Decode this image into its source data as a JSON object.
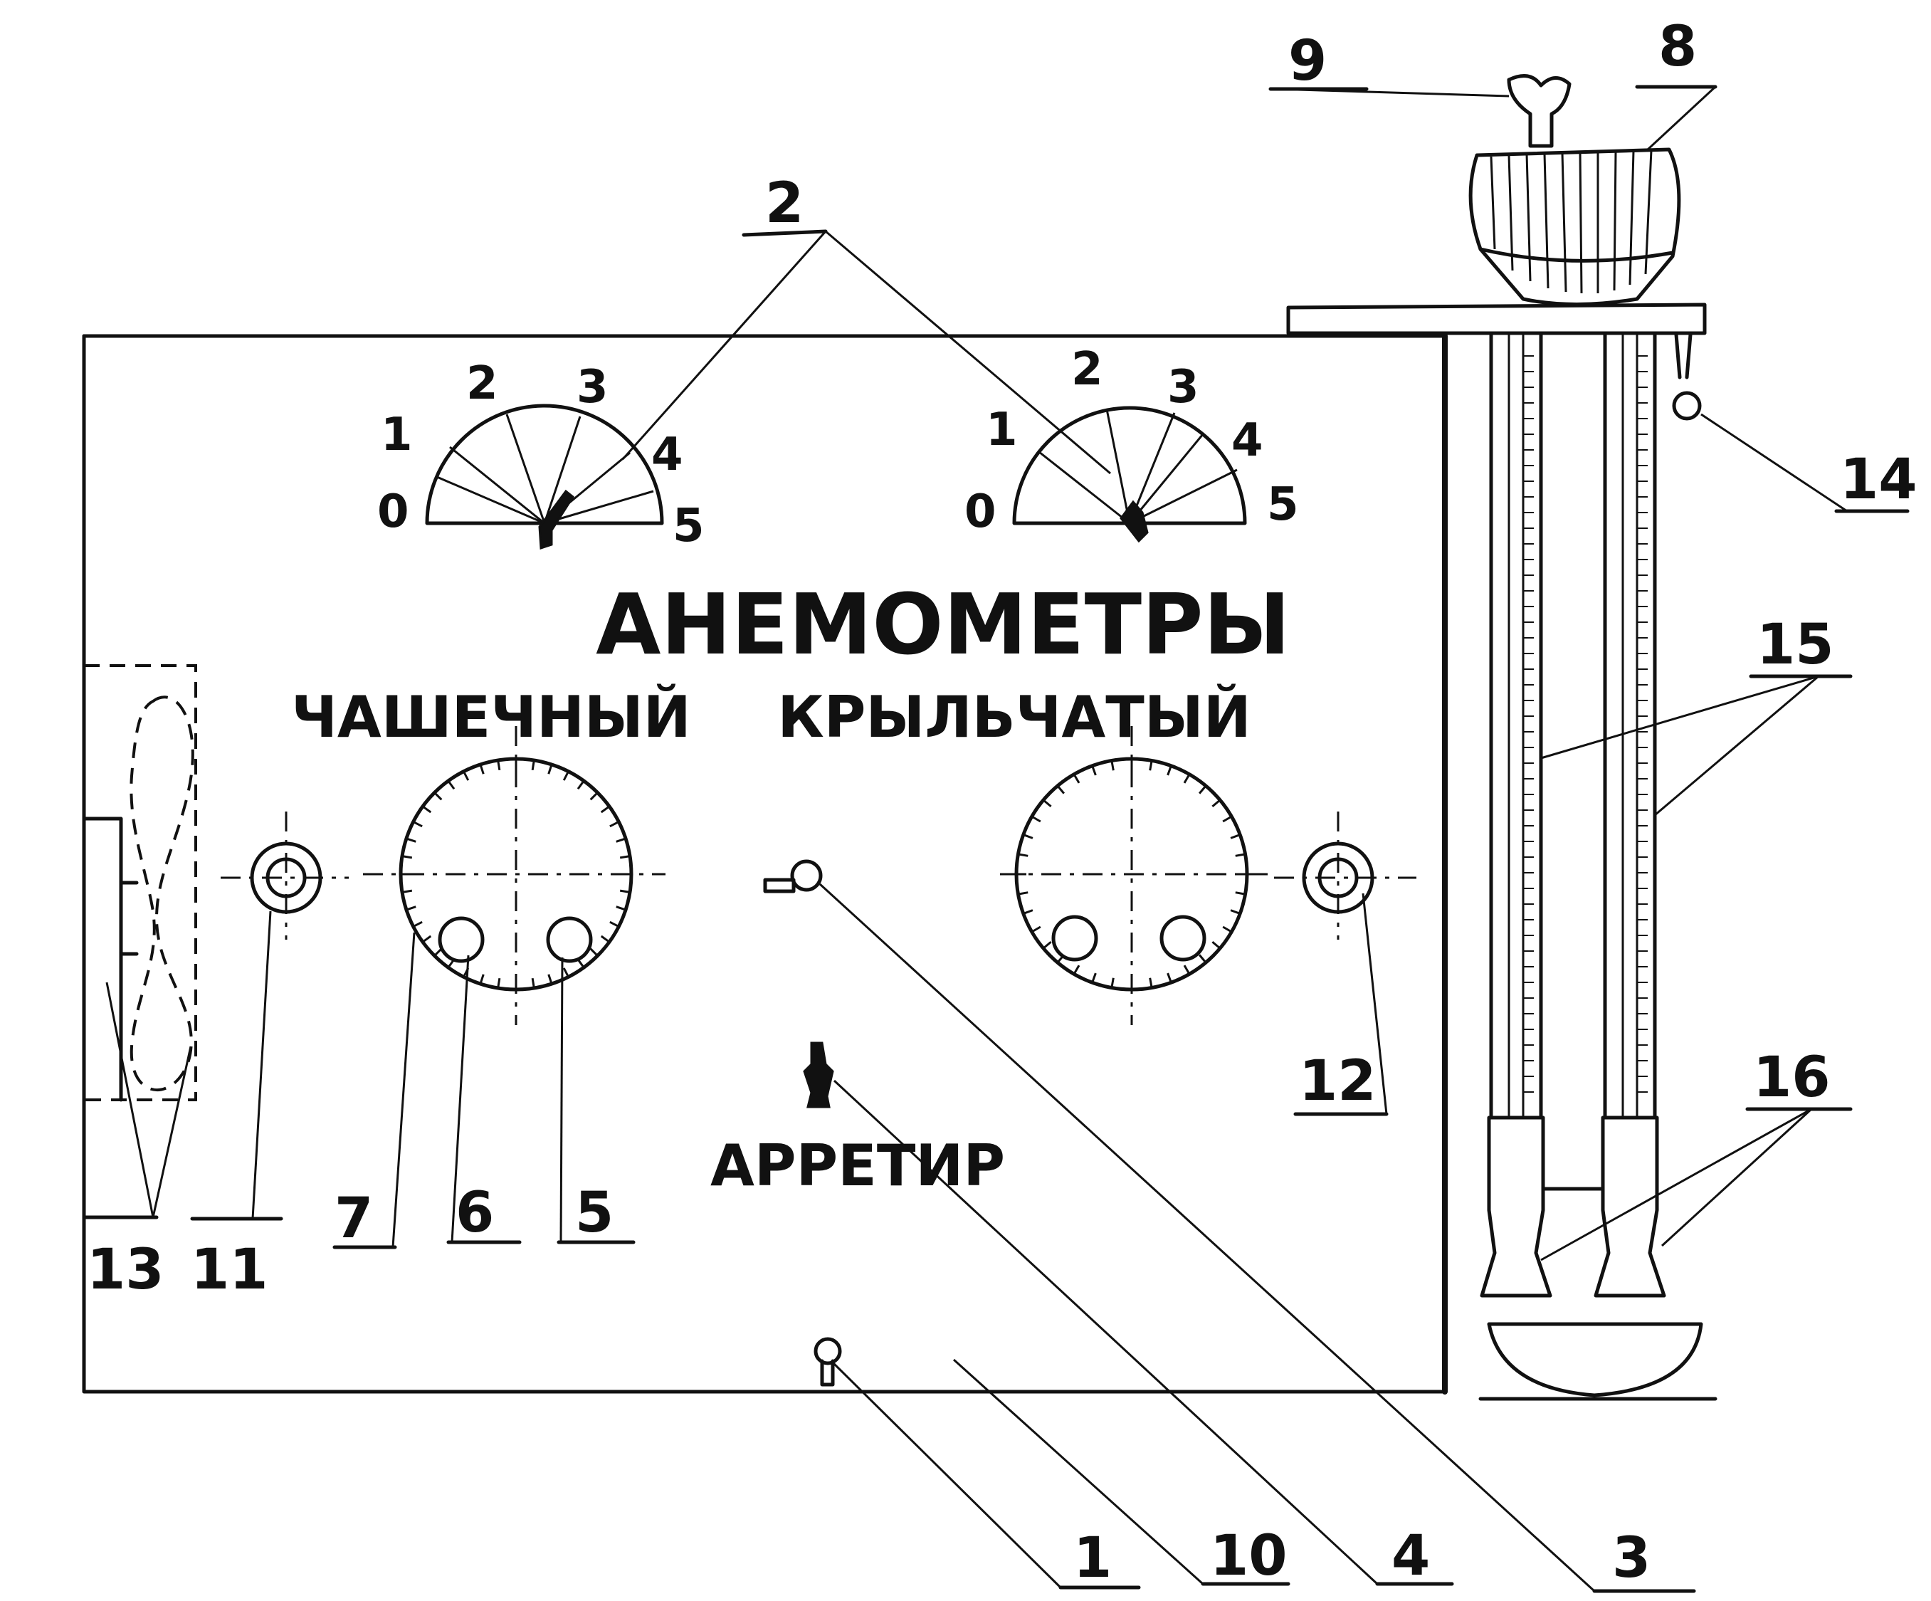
{
  "title": "АНЕМОМЕТРЫ",
  "left_meter_label": "ЧАШЕЧНЫЙ",
  "right_meter_label": "КРЫЛЬЧАТЫЙ",
  "arrest_label": "АРРЕТИР",
  "dial_scale": [
    "0",
    "1",
    "2",
    "3",
    "4",
    "5"
  ],
  "callouts": {
    "c1": "1",
    "c2": "2",
    "c3": "3",
    "c4": "4",
    "c5": "5",
    "c6": "6",
    "c7": "7",
    "c8": "8",
    "c9": "9",
    "c10": "10",
    "c11": "11",
    "c12": "12",
    "c13": "13",
    "c14": "14",
    "c15": "15",
    "c16": "16"
  }
}
